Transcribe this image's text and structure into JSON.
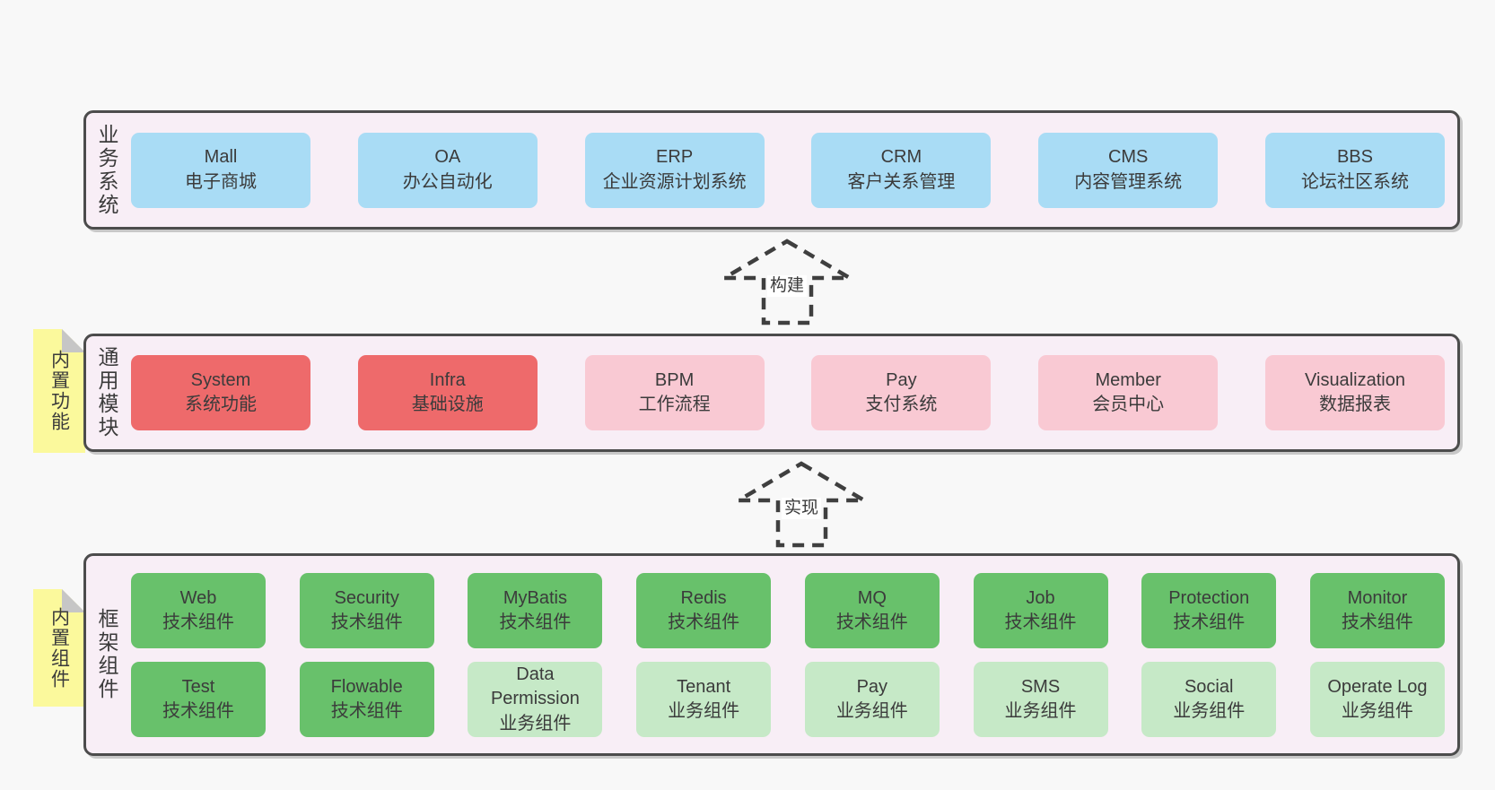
{
  "colors": {
    "page_bg": "#f8f8f8",
    "band_bg": "#f8eef6",
    "band_border": "#4c4c4c",
    "blue_box": "#a9dcf5",
    "red_box": "#ee6a6b",
    "pink_box": "#f9c9d3",
    "green_box": "#68c16b",
    "light_green_box": "#c6e9c7",
    "sticky_note": "#fbf99c",
    "note_fold": "#c6c6c6",
    "text": "#3b3b3b"
  },
  "arrows": {
    "build": "构建",
    "implement": "实现"
  },
  "notes": {
    "modules": "内置功能",
    "framework": "内置组件"
  },
  "bands": {
    "business": {
      "side_label": "业务系统",
      "boxes": [
        {
          "title": "Mall",
          "subtitle": "电子商城"
        },
        {
          "title": "OA",
          "subtitle": "办公自动化"
        },
        {
          "title": "ERP",
          "subtitle": "企业资源计划系统"
        },
        {
          "title": "CRM",
          "subtitle": "客户关系管理"
        },
        {
          "title": "CMS",
          "subtitle": "内容管理系统"
        },
        {
          "title": "BBS",
          "subtitle": "论坛社区系统"
        }
      ]
    },
    "modules": {
      "side_label": "通用模块",
      "boxes": [
        {
          "title": "System",
          "subtitle": "系统功能"
        },
        {
          "title": "Infra",
          "subtitle": "基础设施"
        },
        {
          "title": "BPM",
          "subtitle": "工作流程"
        },
        {
          "title": "Pay",
          "subtitle": "支付系统"
        },
        {
          "title": "Member",
          "subtitle": "会员中心"
        },
        {
          "title": "Visualization",
          "subtitle": "数据报表"
        }
      ]
    },
    "framework": {
      "side_label": "框架组件",
      "row1": [
        {
          "title": "Web",
          "subtitle": "技术组件"
        },
        {
          "title": "Security",
          "subtitle": "技术组件"
        },
        {
          "title": "MyBatis",
          "subtitle": "技术组件"
        },
        {
          "title": "Redis",
          "subtitle": "技术组件"
        },
        {
          "title": "MQ",
          "subtitle": "技术组件"
        },
        {
          "title": "Job",
          "subtitle": "技术组件"
        },
        {
          "title": "Protection",
          "subtitle": "技术组件"
        },
        {
          "title": "Monitor",
          "subtitle": "技术组件"
        }
      ],
      "row2": [
        {
          "title": "Test",
          "subtitle": "技术组件"
        },
        {
          "title": "Flowable",
          "subtitle": "技术组件"
        },
        {
          "title": "Data Permission",
          "subtitle": "业务组件"
        },
        {
          "title": "Tenant",
          "subtitle": "业务组件"
        },
        {
          "title": "Pay",
          "subtitle": "业务组件"
        },
        {
          "title": "SMS",
          "subtitle": "业务组件"
        },
        {
          "title": "Social",
          "subtitle": "业务组件"
        },
        {
          "title": "Operate Log",
          "subtitle": "业务组件"
        }
      ]
    }
  }
}
